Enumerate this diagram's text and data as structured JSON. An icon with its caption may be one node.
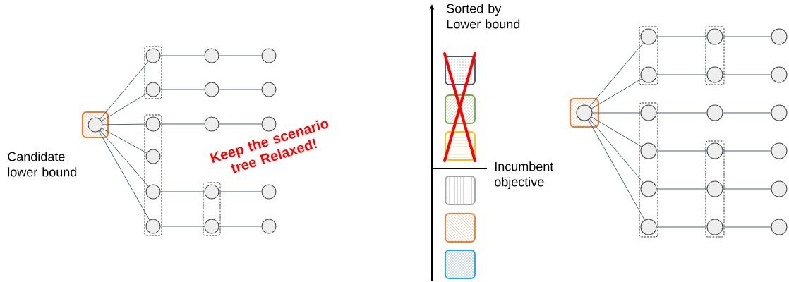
{
  "diagram": {
    "nodes": [
      {
        "text": [],
        "shape": "box",
        "beside": [
          "Candidate lower bound"
        ]
      },
      {
        "text": [],
        "shape": "circle",
        "in": 0
      },
      {
        "text": [],
        "shape": "box"
      },
      {
        "text": [],
        "shape": "circle",
        "in": 2
      },
      {
        "text": [],
        "shape": "circle",
        "in": 2
      },
      {
        "text": [],
        "shape": "box"
      },
      {
        "text": [],
        "shape": "circle",
        "in": 5
      },
      {
        "text": [],
        "shape": "circle",
        "in": 5
      },
      {
        "text": [],
        "shape": "circle",
        "in": 5
      },
      {
        "text": [],
        "shape": "circle",
        "in": 5
      },
      {
        "text": [],
        "shape": "box"
      },
      {
        "text": [],
        "shape": "circle",
        "in": 10
      },
      {
        "text": [],
        "shape": "circle",
        "in": 10
      },
      {
        "text": [],
        "shape": "circle"
      },
      {
        "text": [],
        "shape": "circle"
      },
      {
        "text": [],
        "shape": "circle"
      },
      {
        "text": [],
        "shape": "circle"
      },
      {
        "text": [],
        "shape": "circle"
      },
      {
        "text": [],
        "shape": "circle"
      },
      {
        "text": [],
        "shape": "circle"
      },
      {
        "text": [],
        "shape": "circle"
      },
      {
        "text": [],
        "shape": "box"
      },
      {
        "text": [],
        "shape": "circle",
        "in": 21
      },
      {
        "text": [],
        "shape": "box"
      },
      {
        "text": [],
        "shape": "circle",
        "in": 23
      },
      {
        "text": [],
        "shape": "circle",
        "in": 23
      },
      {
        "text": [],
        "shape": "box"
      },
      {
        "text": [],
        "shape": "circle",
        "in": 26
      },
      {
        "text": [],
        "shape": "circle",
        "in": 26
      },
      {
        "text": [],
        "shape": "circle",
        "in": 26
      },
      {
        "text": [],
        "shape": "circle",
        "in": 26
      },
      {
        "text": [],
        "shape": "box"
      },
      {
        "text": [],
        "shape": "circle",
        "in": 31
      },
      {
        "text": [],
        "shape": "circle",
        "in": 31
      },
      {
        "text": [],
        "shape": "box"
      },
      {
        "text": [],
        "shape": "circle",
        "in": 34
      },
      {
        "text": [],
        "shape": "circle",
        "in": 34
      },
      {
        "text": [],
        "shape": "circle",
        "in": 34
      },
      {
        "text": [],
        "shape": "circle"
      },
      {
        "text": [],
        "shape": "circle"
      },
      {
        "text": [],
        "shape": "circle"
      },
      {
        "text": [],
        "shape": "circle"
      },
      {
        "text": [],
        "shape": "circle"
      },
      {
        "text": [],
        "shape": "circle"
      },
      {
        "text": [],
        "shape": "circle"
      }
    ],
    "edges": [
      {
        "from": 1,
        "to": 3,
        "arrow": "none"
      },
      {
        "from": 1,
        "to": 4,
        "arrow": "none"
      },
      {
        "from": 1,
        "to": 6,
        "arrow": "none"
      },
      {
        "from": 1,
        "to": 7,
        "arrow": "none"
      },
      {
        "from": 1,
        "to": 8,
        "arrow": "none"
      },
      {
        "from": 1,
        "to": 9,
        "arrow": "none"
      },
      {
        "from": 3,
        "to": 13,
        "arrow": "none"
      },
      {
        "from": 4,
        "to": 14,
        "arrow": "none"
      },
      {
        "from": 6,
        "to": 15,
        "arrow": "none"
      },
      {
        "from": 8,
        "to": 11,
        "arrow": "none"
      },
      {
        "from": 9,
        "to": 12,
        "arrow": "none"
      },
      {
        "from": 13,
        "to": 16,
        "arrow": "none"
      },
      {
        "from": 14,
        "to": 17,
        "arrow": "none"
      },
      {
        "from": 15,
        "to": 18,
        "arrow": "none"
      },
      {
        "from": 11,
        "to": 19,
        "arrow": "none"
      },
      {
        "from": 12,
        "to": 20,
        "arrow": "none"
      },
      {
        "from": 22,
        "to": 24,
        "arrow": "none"
      },
      {
        "from": 22,
        "to": 25,
        "arrow": "none"
      },
      {
        "from": 22,
        "to": 27,
        "arrow": "none"
      },
      {
        "from": 22,
        "to": 28,
        "arrow": "none"
      },
      {
        "from": 22,
        "to": 29,
        "arrow": "none"
      },
      {
        "from": 22,
        "to": 30,
        "arrow": "none"
      },
      {
        "from": 24,
        "to": 32,
        "arrow": "none"
      },
      {
        "from": 25,
        "to": 33,
        "arrow": "none"
      },
      {
        "from": 27,
        "to": 38,
        "arrow": "none"
      },
      {
        "from": 28,
        "to": 35,
        "arrow": "none"
      },
      {
        "from": 29,
        "to": 36,
        "arrow": "none"
      },
      {
        "from": 30,
        "to": 37,
        "arrow": "none"
      },
      {
        "from": 32,
        "to": 39,
        "arrow": "none"
      },
      {
        "from": 33,
        "to": 40,
        "arrow": "none"
      },
      {
        "from": 38,
        "to": 41,
        "arrow": "none"
      },
      {
        "from": 35,
        "to": 42,
        "arrow": "none"
      },
      {
        "from": 36,
        "to": 43,
        "arrow": "none"
      },
      {
        "from": 37,
        "to": 44,
        "arrow": "none"
      }
    ],
    "labels": [
      "Keep the scenario tree Relaxed!",
      "Sorted by Lower bound",
      "Incumbent objective"
    ]
  }
}
